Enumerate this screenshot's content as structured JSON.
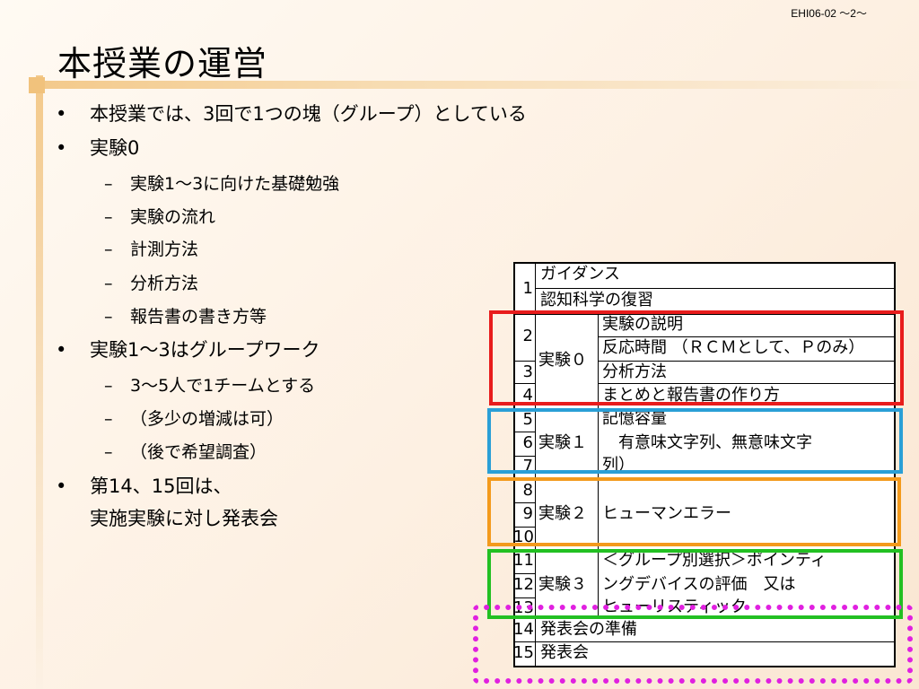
{
  "header": {
    "slide_id": "EHI06-02 ～2～"
  },
  "title": "本授業の運営",
  "bullets": [
    {
      "level": 1,
      "marker": "•",
      "text": "本授業では、3回で1つの塊（グループ）としている"
    },
    {
      "level": 1,
      "marker": "•",
      "text": "実験0"
    },
    {
      "level": 2,
      "marker": "–",
      "text": "実験1～3に向けた基礎勉強"
    },
    {
      "level": 2,
      "marker": "–",
      "text": "実験の流れ"
    },
    {
      "level": 2,
      "marker": "–",
      "text": "計測方法"
    },
    {
      "level": 2,
      "marker": "–",
      "text": "分析方法"
    },
    {
      "level": 2,
      "marker": "–",
      "text": "報告書の書き方等"
    },
    {
      "level": 1,
      "marker": "•",
      "text": "実験1～3はグループワーク"
    },
    {
      "level": 2,
      "marker": "–",
      "text": "3～5人で1チームとする"
    },
    {
      "level": 2,
      "marker": "–",
      "text": "（多少の増減は可）"
    },
    {
      "level": 2,
      "marker": "–",
      "text": "（後で希望調査）"
    },
    {
      "level": 1,
      "marker": "•",
      "text": "第14、15回は、"
    },
    {
      "level": 1,
      "marker": "",
      "text": "実施実験に対し発表会"
    }
  ],
  "schedule_table": {
    "numbers": [
      "1",
      "2",
      "3",
      "4",
      "5",
      "6",
      "7",
      "8",
      "9",
      "10",
      "11",
      "12",
      "13",
      "14",
      "15"
    ],
    "r1_a": "ガイダンス",
    "r1_b": "認知科学の復習",
    "exp0_label": "実験０",
    "exp0_items": [
      "実験の説明",
      "反応時間 （ＲＣＭとして、Ｐのみ）",
      "分析方法",
      "まとめと報告書の作り方"
    ],
    "exp1_label": "実験１",
    "exp1_lines": [
      "記憶容量",
      "　有意味文字列、無意味文字",
      "列）"
    ],
    "exp2_label": "実験２",
    "exp2_text": "ヒューマンエラー",
    "exp3_label": "実験３",
    "exp3_lines": [
      "＜グループ別選択＞ポインティ",
      "ングデバイスの評価　又は",
      "ヒューリスティック"
    ],
    "r14": "発表会の準備",
    "r15": "発表会"
  },
  "highlight_colors": {
    "exp0": "#e81c1c",
    "exp1": "#2a9fd6",
    "exp2": "#f39a1c",
    "exp3": "#22c022",
    "presentations": "#e020e0"
  }
}
